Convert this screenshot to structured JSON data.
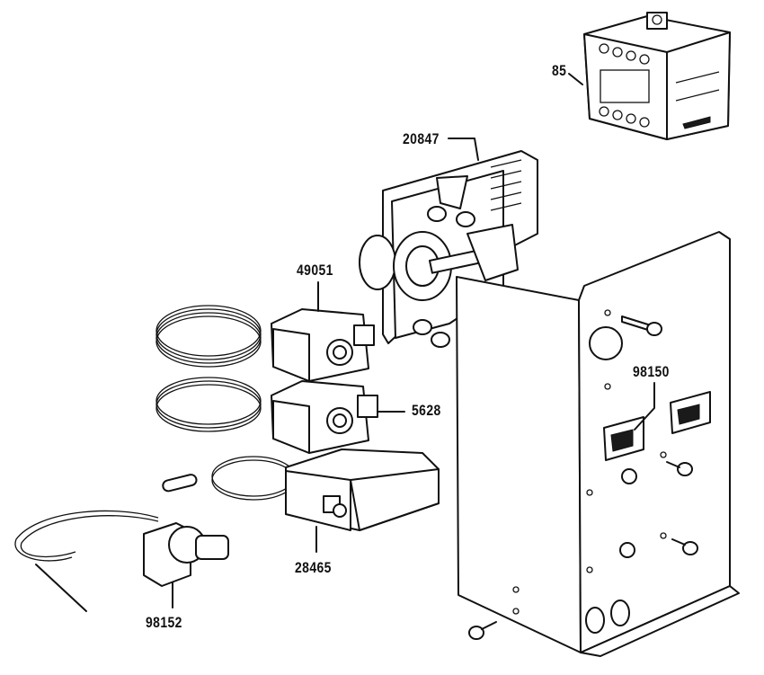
{
  "diagram": {
    "labels": {
      "relay": "85",
      "timer": "20847",
      "thermostat_upper": "49051",
      "thermostat_lower": "5628",
      "switches": "98150",
      "defrost_timer": "28465",
      "probe_thermostat": "98152"
    }
  }
}
